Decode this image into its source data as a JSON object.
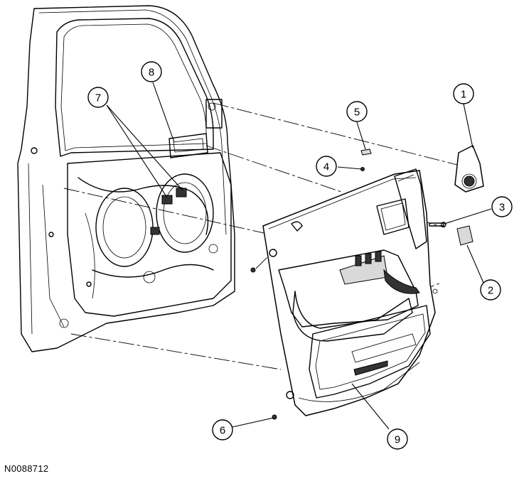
{
  "diagram": {
    "document_id": "N0088712",
    "callouts": [
      {
        "number": "1"
      },
      {
        "number": "2"
      },
      {
        "number": "3"
      },
      {
        "number": "4"
      },
      {
        "number": "5"
      },
      {
        "number": "6"
      },
      {
        "number": "7"
      },
      {
        "number": "8"
      },
      {
        "number": "9"
      }
    ],
    "colors": {
      "line": "#000000",
      "background": "#ffffff",
      "shade": "#d9d9d9"
    }
  }
}
